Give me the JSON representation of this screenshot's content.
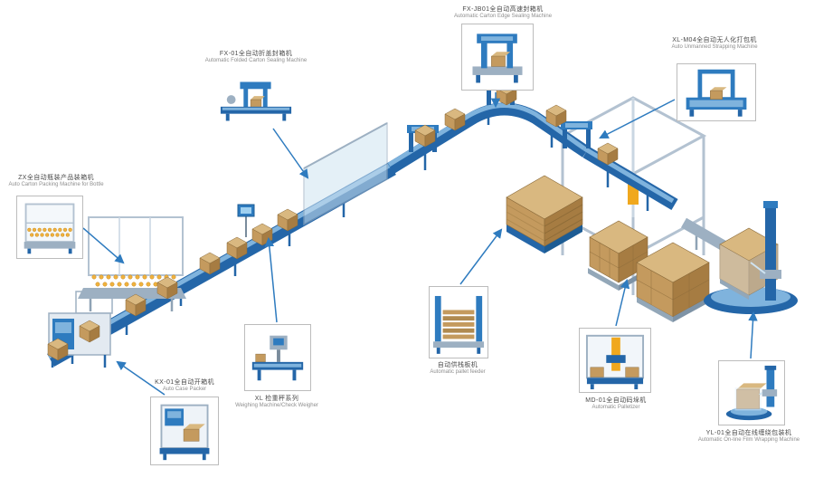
{
  "diagram": {
    "title": "Automatic packaging line flow diagram",
    "colors": {
      "conveyor_blue": "#2466a8",
      "conveyor_light": "#7fb3dd",
      "machine_blue": "#2e7bbf",
      "steel_light": "#c9d6e2",
      "steel_mid": "#9db0c2",
      "box_top": "#d9b880",
      "box_front": "#c49a5e",
      "box_side": "#a67c42",
      "glass": "#cfe4f2",
      "accent_yellow": "#f0a81e",
      "bottle_orange": "#f0b23e",
      "connector": "#2e7bbf",
      "label_zh": "#4a4a4a",
      "label_en": "#8e8e8e",
      "callout_border": "#bcbcbc"
    },
    "machines": [
      {
        "id": "carton-edge-sealing",
        "zh": "FX-JB01全自动高速封箱机",
        "en": "Automatic Carton Edge Sealing Machine"
      },
      {
        "id": "strapping",
        "zh": "XL-M04全自动无人化打包机",
        "en": "Auto Unmanned Strapping Machine"
      },
      {
        "id": "folded-carton-sealing",
        "zh": "FX-01全自动折盖封箱机",
        "en": "Automatic Folded Carton Sealing Machine"
      },
      {
        "id": "bottle-packing",
        "zh": "ZX全自动瓶装产品装箱机",
        "en": "Auto Carton Packing Machine for Bottle"
      },
      {
        "id": "case-packer",
        "zh": "KX-01全自动开箱机",
        "en": "Auto Case Packer"
      },
      {
        "id": "checkweigher",
        "zh": "XL 检重秤系列",
        "en": "Weighing Machine/Check Weigher"
      },
      {
        "id": "pallet-feeder",
        "zh": "自动供栈板机",
        "en": "Automatic pallet feeder"
      },
      {
        "id": "palletizer",
        "zh": "MD-01全自动码垛机",
        "en": "Automatic Palletizer"
      },
      {
        "id": "film-wrapping",
        "zh": "YL-01全自动在线缠绕包装机",
        "en": "Automatic On-line Film Wrapping Machine"
      }
    ]
  }
}
